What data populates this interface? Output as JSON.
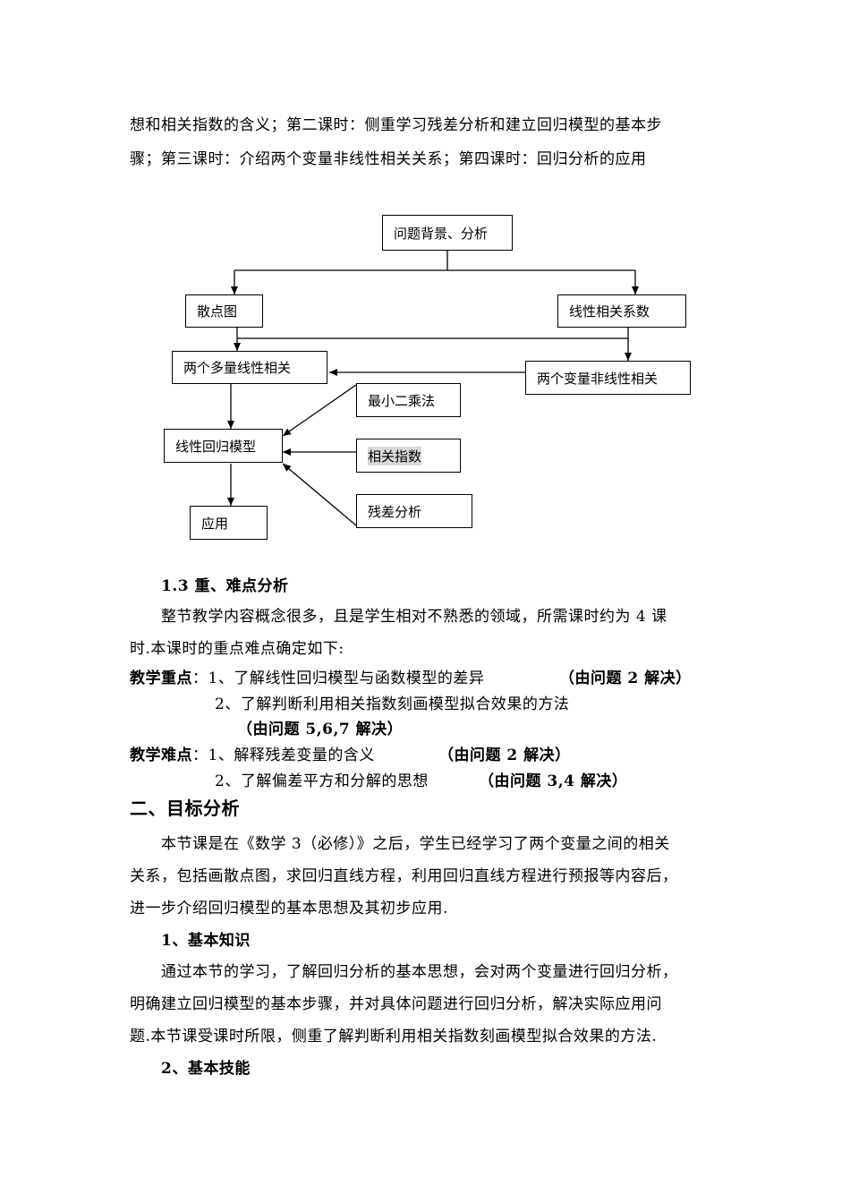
{
  "intro": {
    "line1": "想和相关指数的含义；第二课时：侧重学习残差分析和建立回归模型的基本步",
    "line2": "骤；第三课时：介绍两个变量非线性相关关系；第四课时：回归分析的应用"
  },
  "diagram": {
    "background": "问题背景、分析",
    "scatter": "散点图",
    "linear_corr": "线性相关系数",
    "two_linear": "两个多量线性相关",
    "two_nonlinear": "两个变量非线性相关",
    "least_squares": "最小二乘法",
    "model": "线性回归模型",
    "index": "相关指数",
    "residual": "残差分析",
    "application": "应用"
  },
  "section13": {
    "heading": "1.3  重、难点分析",
    "p1_line1": "整节教学内容概念很多，且是学生相对不熟悉的领域，所需课时约为 4 课",
    "p1_line2": "时.本课时的重点难点确定如下:",
    "key_label": "教学重点",
    "key1": "：1、了解线性回归模型与函数模型的差异",
    "key1_note": "（由问题 2  解决）",
    "key2": "2、了解判断利用相关指数刻画模型拟合效果的方法",
    "key2_note": "（由问题 5,6,7 解决）",
    "diff_label": "教学难点",
    "diff1": "：1、解释残差变量的含义",
    "diff1_note": "（由问题 2  解决）",
    "diff2": "2、了解偏差平方和分解的思想",
    "diff2_note": "（由问题 3,4  解决）"
  },
  "section2": {
    "heading": "二、目标分析",
    "p_line1": "本节课是在《数学 3（必修）》之后，学生已经学习了两个变量之间的相关",
    "p_line2": "关系，包括画散点图，求回归直线方程，利用回归直线方程进行预报等内容后，",
    "p_line3": "进一步介绍回归模型的基本思想及其初步应用.",
    "sub1": "1、基本知识",
    "k_line1": "通过本节的学习，了解回归分析的基本思想，会对两个变量进行回归分析，",
    "k_line2": "明确建立回归模型的基本步骤，并对具体问题进行回归分析，解决实际应用问",
    "k_line3": "题.本节课受课时所限，侧重了解判断利用相关指数刻画模型拟合效果的方法.",
    "sub2": "2、基本技能"
  }
}
